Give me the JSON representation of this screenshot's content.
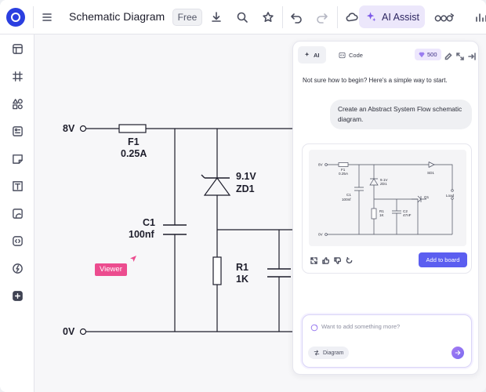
{
  "app": {
    "title": "Schematic Diagram",
    "plan_badge": "Free",
    "ai_assist_label": "AI Assist",
    "accent_color": "#5b5ef0",
    "brand_color": "#2b3fe0"
  },
  "toolbar": {
    "icons": [
      "menu-icon",
      "download-icon",
      "search-icon",
      "star-icon",
      "undo-icon",
      "redo-icon",
      "cloud-icon",
      "sparkle-icon",
      "collaborators-icon",
      "chart-icon"
    ]
  },
  "sidebar": {
    "icons": [
      "layout-icon",
      "grid-icon",
      "shapes-icon",
      "components-icon",
      "sticky-note-icon",
      "text-icon",
      "image-icon",
      "code-icon",
      "plugin-icon",
      "add-icon"
    ]
  },
  "canvas": {
    "labels": {
      "supply_positive": "8V",
      "supply_ground": "0V",
      "fuse_name": "F1",
      "fuse_value": "0.25A",
      "zener_value": "9.1V",
      "zener_name": "ZD1",
      "cap_name": "C1",
      "cap_value": "100nf",
      "resistor_name": "R1",
      "resistor_value": "1K"
    },
    "viewer_label": "Viewer",
    "viewer_color": "#ec4c8f"
  },
  "ai_panel": {
    "tabs": [
      {
        "label": "AI",
        "icon": "sparkle-icon"
      },
      {
        "label": "Code",
        "icon": "code-icon"
      }
    ],
    "credits": "500",
    "intro_text": "Not sure how to begin? Here's a simple way to start.",
    "user_message": "Create an Abstract System Flow schematic diagram.",
    "preview_labels": {
      "v8": "8V",
      "f1": "F1",
      "f1_val": "0.25A",
      "zd": "9.1V",
      "zd_name": "ZD1",
      "c1": "C1",
      "c1_val": "100nf",
      "r1": "R1",
      "r1_val": "1K",
      "c2": "C2",
      "c2_val": "47nF",
      "q1": "Q1",
      "sd1": "SD1",
      "load": "Load",
      "v0": "0V"
    },
    "add_to_board_label": "Add to board",
    "input_placeholder": "Want to add something more?",
    "chip_label": "Diagram"
  }
}
